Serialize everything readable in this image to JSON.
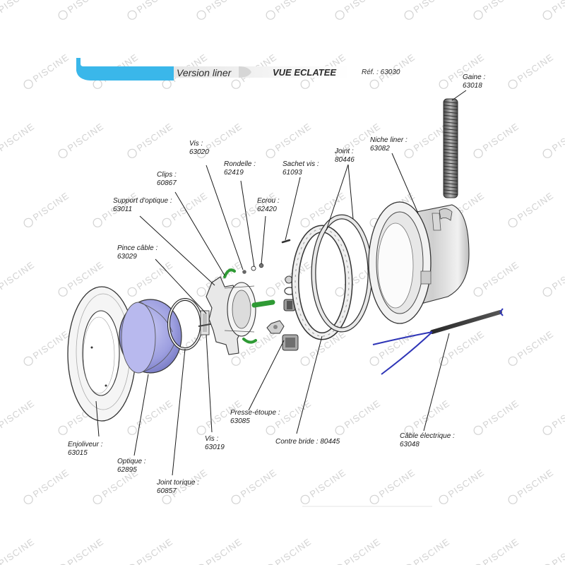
{
  "header": {
    "version_label": "Version liner",
    "view_label": "VUE ECLATEE",
    "ref_label": "Réf. : 63030",
    "accent_color": "#3ab7ea"
  },
  "watermark": {
    "text": "PISCINE",
    "color": "#d3d3d3"
  },
  "parts": [
    {
      "id": "vis-63020",
      "name": "Vis :",
      "code": "63020"
    },
    {
      "id": "rondelle",
      "name": "Rondelle :",
      "code": "62419"
    },
    {
      "id": "clips",
      "name": "Clips :",
      "code": "60867"
    },
    {
      "id": "ecrou",
      "name": "Ecrou :",
      "code": "62420"
    },
    {
      "id": "support-optique",
      "name": "Support d'optique :",
      "code": "63011"
    },
    {
      "id": "pince-cable",
      "name": "Pince câble :",
      "code": "63029"
    },
    {
      "id": "sachet-vis",
      "name": "Sachet vis :",
      "code": "61093"
    },
    {
      "id": "joint",
      "name": "Joint :",
      "code": "80446"
    },
    {
      "id": "niche-liner",
      "name": "Niche liner :",
      "code": "63082"
    },
    {
      "id": "gaine",
      "name": "Gaine :",
      "code": "63018"
    },
    {
      "id": "enjoliveur",
      "name": "Enjoliveur :",
      "code": "63015"
    },
    {
      "id": "optique",
      "name": "Optique :",
      "code": "62895"
    },
    {
      "id": "joint-torique",
      "name": "Joint torique :",
      "code": "60857"
    },
    {
      "id": "vis-63019",
      "name": "Vis :",
      "code": "63019"
    },
    {
      "id": "presse-etoupe",
      "name": "Presse-étoupe :",
      "code": "63085"
    },
    {
      "id": "contre-bride",
      "name": "Contre bride : 80445",
      "code": ""
    },
    {
      "id": "cable-electrique",
      "name": "Câble électrique :",
      "code": "63048"
    }
  ]
}
